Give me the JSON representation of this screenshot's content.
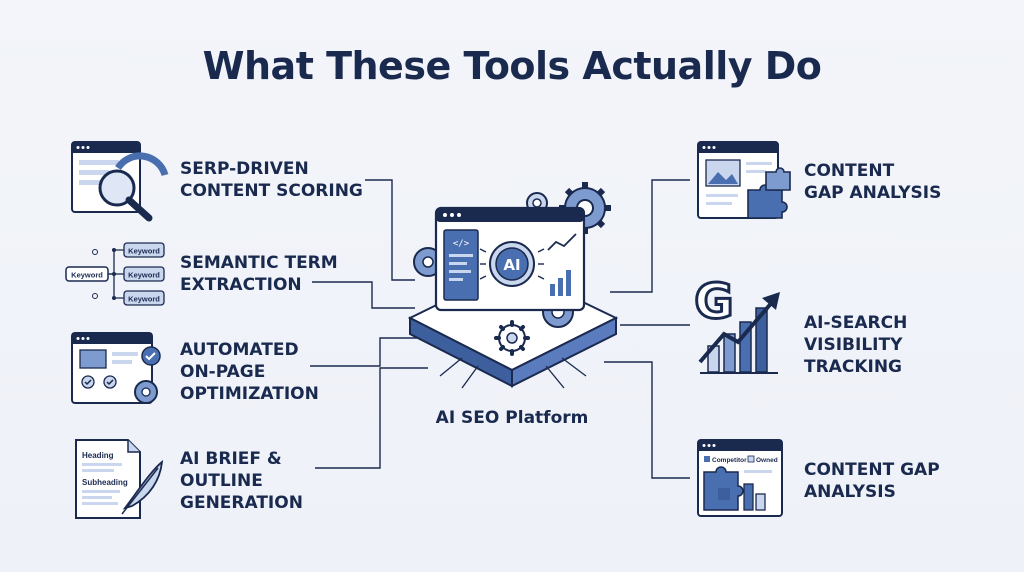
{
  "title": "What These Tools Actually Do",
  "center_label": "AI SEO Platform",
  "center_chip": "AI",
  "left_items": [
    {
      "lines": [
        "SERP-DRIVEN",
        "CONTENT SCORING"
      ],
      "icon": "serp-magnifier-gauge-icon"
    },
    {
      "lines": [
        "SEMANTIC TERM",
        "EXTRACTION"
      ],
      "icon": "keyword-tree-icon"
    },
    {
      "lines": [
        "AUTOMATED",
        "ON-PAGE",
        "OPTIMIZATION"
      ],
      "icon": "page-check-gear-icon"
    },
    {
      "lines": [
        "AI BRIEF &",
        "OUTLINE",
        "GENERATION"
      ],
      "icon": "document-quill-icon"
    }
  ],
  "right_items": [
    {
      "lines": [
        "CONTENT",
        "GAP ANALYSIS"
      ],
      "icon": "image-puzzle-icon"
    },
    {
      "lines": [
        "AI-SEARCH",
        "VISIBILITY",
        "TRACKING"
      ],
      "icon": "google-growth-chart-icon"
    },
    {
      "lines": [
        "CONTENT GAP",
        "ANALYSIS"
      ],
      "icon": "competitor-owned-puzzle-icon"
    }
  ],
  "keyword_icon": {
    "root": "Keyword",
    "branches": [
      "Keyword",
      "Keyword",
      "Keyword"
    ]
  },
  "brief_icon": {
    "heading": "Heading",
    "subheading": "Subheading"
  },
  "gap_icon": {
    "competitor": "Competitor",
    "owned": "Owned"
  },
  "google_letter": "G",
  "colors": {
    "ink": "#1a2a4f",
    "accent": "#4a6fb0",
    "light": "#c9d6ee",
    "mid": "#7e9bd0",
    "paper": "#ffffff"
  }
}
